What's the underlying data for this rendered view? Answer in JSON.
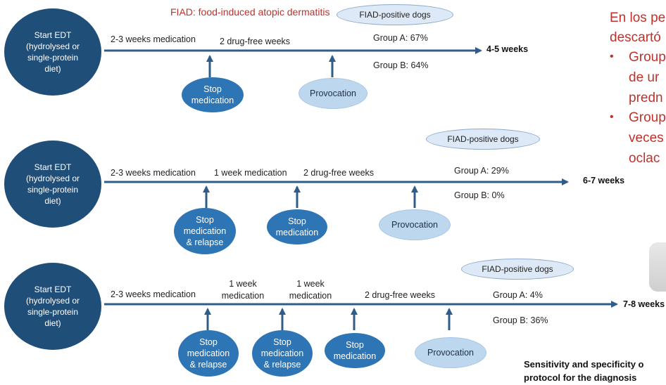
{
  "header": {
    "title": "FIAD: food-induced atopic dermatitis"
  },
  "start_label": "Start EDT\n(hydrolysed or\nsingle-protein\ndiet)",
  "badge_label": "FIAD-positive dogs",
  "row1": {
    "seg1": "2-3 weeks medication",
    "seg2": "2 drug-free weeks",
    "group_a": "Group A: 67%",
    "group_b": "Group B: 64%",
    "end": "4-5 weeks",
    "stop": "Stop\nmedication",
    "provocation": "Provocation"
  },
  "row2": {
    "seg1": "2-3 weeks medication",
    "seg2": "1 week medication",
    "seg3": "2 drug-free weeks",
    "group_a": "Group A: 29%",
    "group_b": "Group B: 0%",
    "end": "6-7 weeks",
    "stop_relapse": "Stop\nmedication\n& relapse",
    "stop": "Stop\nmedication",
    "provocation": "Provocation"
  },
  "row3": {
    "seg1": "2-3 weeks medication",
    "seg2": "1 week\nmedication",
    "seg3": "1 week\nmedication",
    "seg4": "2 drug-free weeks",
    "group_a": "Group A: 4%",
    "group_b": "Group B: 36%",
    "end": "7-8 weeks",
    "stop_relapse_1": "Stop\nmedication\n& relapse",
    "stop_relapse_2": "Stop\nmedication\n& relapse",
    "stop": "Stop\nmedication",
    "provocation": "Provocation"
  },
  "side": {
    "line1": "En los pe",
    "line2": "descartó",
    "bullet1_l1": "Group",
    "bullet1_l2": "de ur",
    "bullet1_l3": "predn",
    "bullet2_l1": "Group",
    "bullet2_l2": "veces",
    "bullet2_l3": "oclac"
  },
  "footer": {
    "line1": "Sensitivity and specificity o",
    "line2": "protocol for the diagnosis"
  },
  "colors": {
    "arrow": "#2f5d8a",
    "start_circle": "#1f4e79",
    "accent_red": "#c0312b"
  }
}
